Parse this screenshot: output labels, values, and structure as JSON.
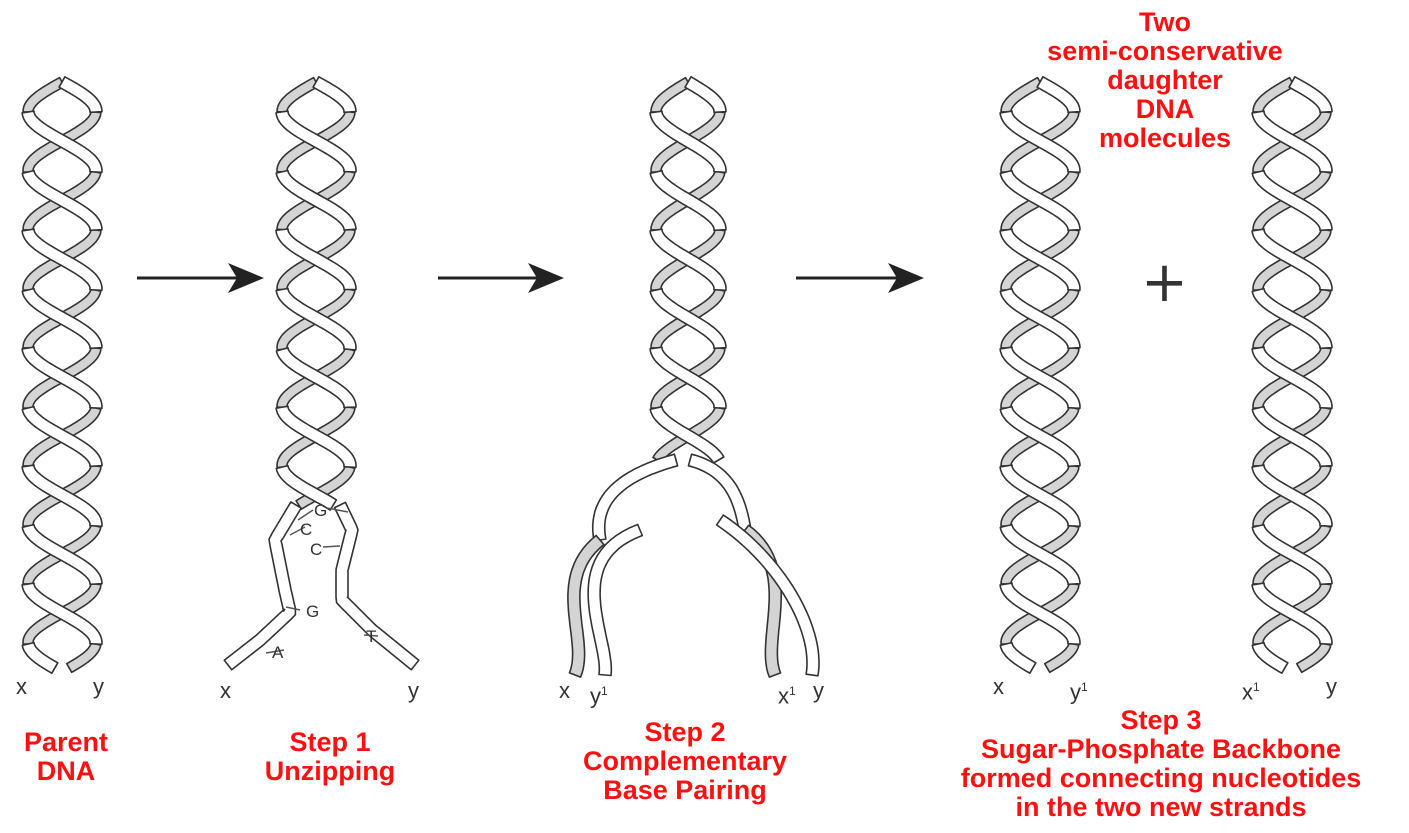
{
  "stages": [
    {
      "id": "parent",
      "caption": [
        "Parent",
        "DNA"
      ],
      "labels": [
        "x",
        "y"
      ]
    },
    {
      "id": "step1",
      "caption": [
        "Step 1",
        "Unzipping"
      ],
      "labels": [
        "x",
        "y"
      ],
      "bases": [
        "G",
        "C",
        "C",
        "G",
        "A",
        "T"
      ]
    },
    {
      "id": "step2",
      "caption": [
        "Step 2",
        "Complementary",
        "Base Pairing"
      ],
      "labels": [
        "x",
        "y",
        "1",
        "x",
        "1",
        "y"
      ]
    },
    {
      "id": "step3",
      "caption": [
        "Step 3",
        "Sugar-Phosphate Backbone",
        "formed connecting nucleotides",
        "in the two new strands"
      ],
      "labels": [
        "x",
        "y",
        "1",
        "x",
        "1",
        "y"
      ]
    }
  ],
  "daughter_caption": [
    "Two",
    "semi-conservative",
    "daughter",
    "DNA",
    "molecules"
  ],
  "plus_sign": "+",
  "colors": {
    "caption": "#ff1010",
    "ribbon_fill": "#d4d4d4",
    "ribbon_stroke": "#333333",
    "arrow": "#222222"
  }
}
